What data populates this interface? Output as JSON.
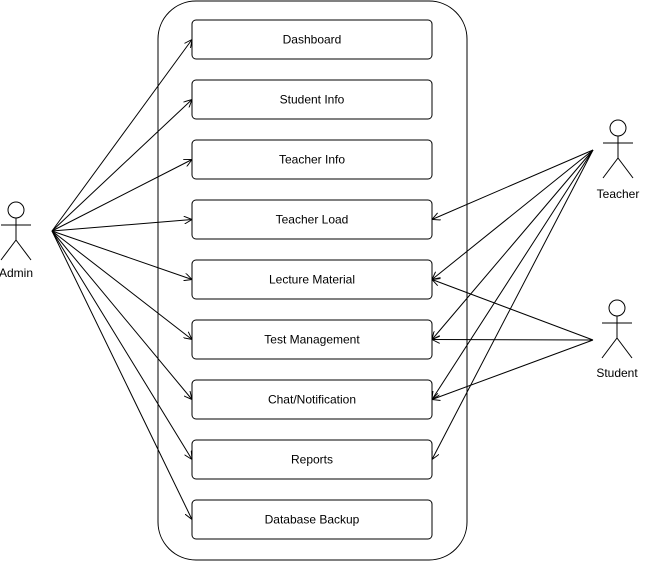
{
  "use_cases": [
    {
      "id": "dashboard",
      "label": "Dashboard"
    },
    {
      "id": "student-info",
      "label": "Student Info"
    },
    {
      "id": "teacher-info",
      "label": "Teacher Info"
    },
    {
      "id": "teacher-load",
      "label": "Teacher Load"
    },
    {
      "id": "lecture-material",
      "label": "Lecture Material"
    },
    {
      "id": "test-management",
      "label": "Test Management"
    },
    {
      "id": "chat-notification",
      "label": "Chat/Notification"
    },
    {
      "id": "reports",
      "label": "Reports"
    },
    {
      "id": "database-backup",
      "label": "Database Backup"
    }
  ],
  "actors": [
    {
      "id": "admin",
      "label": "Admin"
    },
    {
      "id": "teacher",
      "label": "Teacher"
    },
    {
      "id": "student",
      "label": "Student"
    }
  ],
  "associations": {
    "admin": [
      "dashboard",
      "student-info",
      "teacher-info",
      "teacher-load",
      "lecture-material",
      "test-management",
      "chat-notification",
      "reports",
      "database-backup"
    ],
    "teacher": [
      "teacher-load",
      "lecture-material",
      "test-management",
      "chat-notification",
      "reports"
    ],
    "student": [
      "lecture-material",
      "test-management",
      "chat-notification"
    ]
  },
  "colors": {
    "stroke": "#000000",
    "fill": "#ffffff"
  }
}
